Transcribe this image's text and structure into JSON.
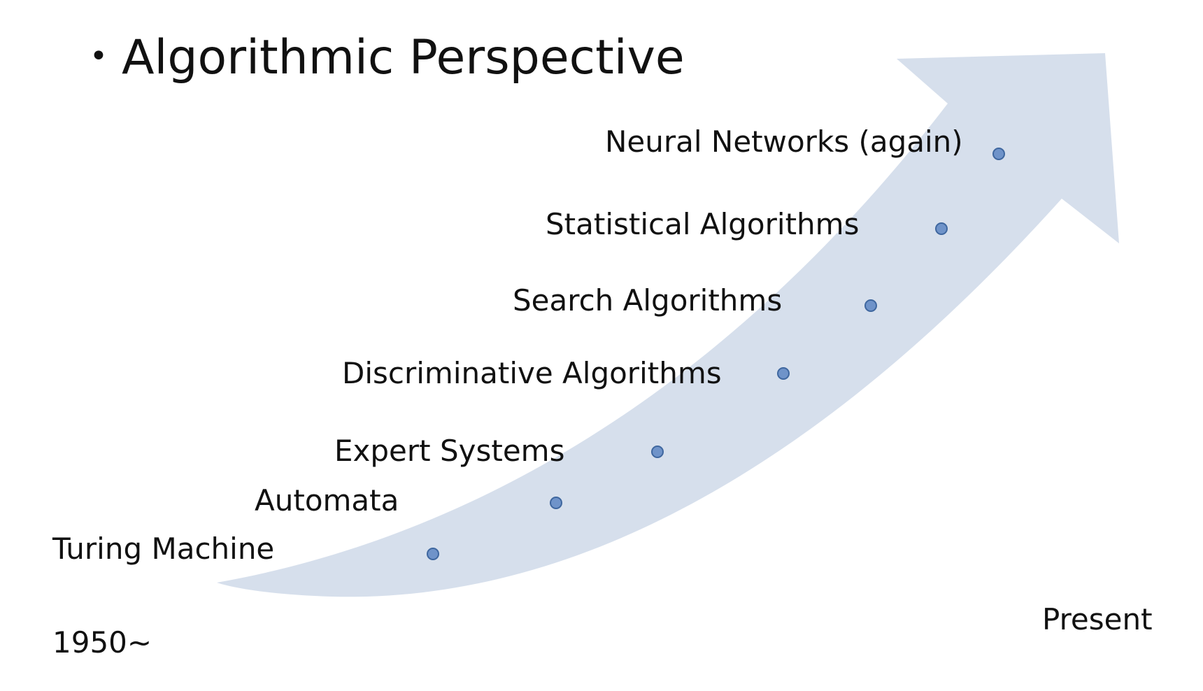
{
  "title": "Algorithmic Perspective",
  "bullet": "•",
  "start_label": "1950~",
  "end_label": "Present",
  "milestones": [
    {
      "label": "Turing Machine"
    },
    {
      "label": "Automata"
    },
    {
      "label": "Expert Systems"
    },
    {
      "label": "Discriminative Algorithms"
    },
    {
      "label": "Search Algorithms"
    },
    {
      "label": "Statistical Algorithms"
    },
    {
      "label": "Neural Networks (again)"
    }
  ],
  "colors": {
    "arrow_fill": "#d6dfec",
    "dot_fill": "#6f93c9",
    "dot_stroke": "#3f679f",
    "text": "#111111"
  }
}
